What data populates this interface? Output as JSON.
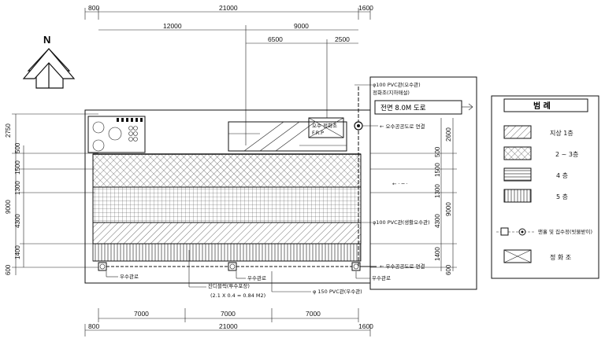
{
  "dimensions": {
    "top_total": "21000",
    "top_left": "800",
    "top_right": "1600",
    "top_seg_a": "12000",
    "top_seg_b": "9000",
    "top_seg_c": "6500",
    "top_seg_d": "2500",
    "bottom_total": "21000",
    "bottom_left": "800",
    "bottom_right": "1600",
    "bottom_seg_1": "7000",
    "bottom_seg_2": "7000",
    "bottom_seg_3": "7000",
    "left_2750": "2750",
    "left_500": "500",
    "left_1500": "1500",
    "left_1300": "1300",
    "left_9000": "9000",
    "left_4300": "4300",
    "left_1400": "1400",
    "left_600": "600",
    "right_2600": "2600",
    "right_500": "500",
    "right_1500": "1500",
    "right_1300": "1300",
    "right_9000": "9000",
    "right_4300": "4300",
    "right_1400": "1400",
    "right_600": "600"
  },
  "north_label": "N",
  "annotations": {
    "pipe_100_top": "φ100 PVC관(오수관)",
    "tank_label": "정화조(지하매설)",
    "road_label": "전면 8.0M 도로",
    "septic_small_1": "오수 정화조",
    "septic_small_2": "F.R.P",
    "manhole_top": "← 오수공공도로 연결",
    "pipe_100_mid": "φ100 PVC관(생활오수관)",
    "manhole_bottom": "← 우수공공도로 연결",
    "gutter_1": "우수관로",
    "gutter_2": "우수관로",
    "gutter_3": "우수관로",
    "permeable": "잔디블럭(투수포장)",
    "permeable_dim": "(2.1 X 0.4 = 0.84 M2)",
    "pipe_150": "φ 150 PVC관(우수관)",
    "mid_arrow": "← · ─ ·"
  },
  "legend": {
    "title": "범 례",
    "items": [
      {
        "label": "지상 1층"
      },
      {
        "label": "2 ~ 3층"
      },
      {
        "label": "4 층"
      },
      {
        "label": "5 층"
      },
      {
        "label": "맨홀 및 집수정(빗물받이)"
      },
      {
        "label": "정 화 조"
      }
    ]
  }
}
